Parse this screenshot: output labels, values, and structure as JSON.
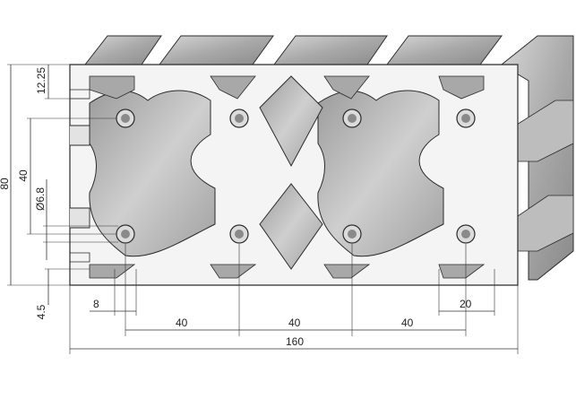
{
  "drawing": {
    "dimensions": {
      "overall_width": "160",
      "pitch_1": "40",
      "pitch_2": "40",
      "pitch_3": "40",
      "slot_width_left": "8",
      "slot_offset_right": "20",
      "overall_height": "80",
      "inner_pitch": "40",
      "hole_diameter": "Ø6.8",
      "top_offset": "12.25",
      "wall_thickness": "4.5"
    },
    "colors": {
      "profile_face": "#f4f4f4",
      "profile_side": "#b9b9b9",
      "profile_dark": "#8e8e8e",
      "outline": "#2b2b2b",
      "dimension_lines": "#333333"
    }
  }
}
